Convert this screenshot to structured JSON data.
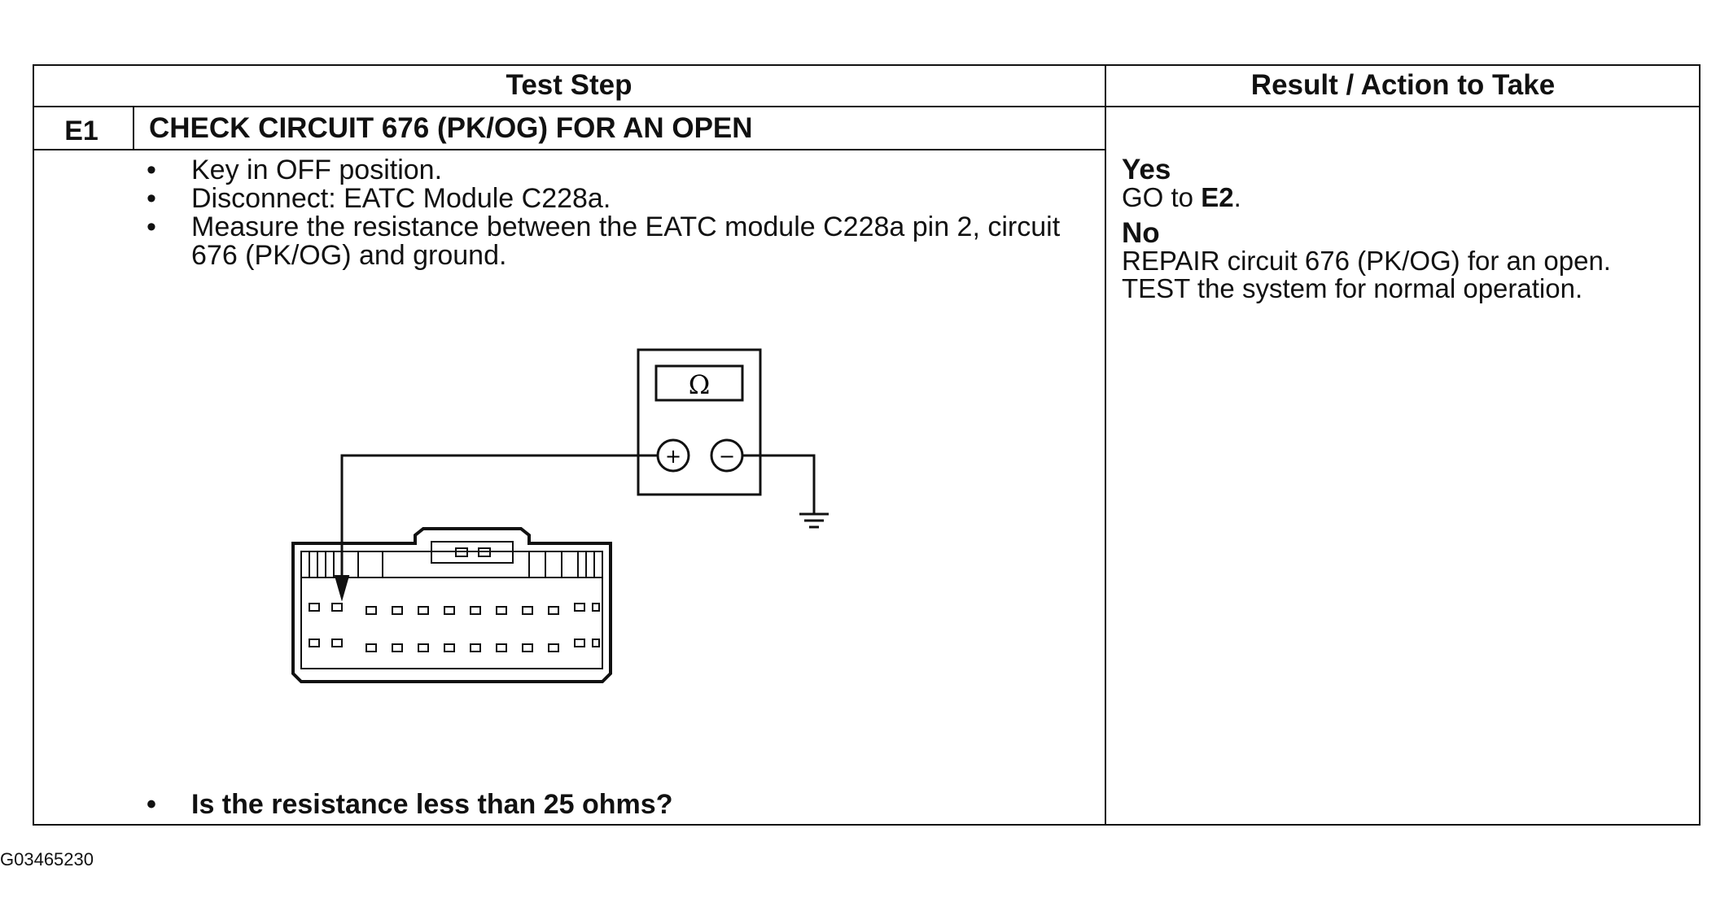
{
  "table": {
    "header_left": "Test Step",
    "header_right": "Result / Action to Take"
  },
  "step": {
    "id": "E1",
    "title": "CHECK CIRCUIT 676 (PK/OG) FOR AN OPEN",
    "bullets": [
      "Key in OFF position.",
      "Disconnect: EATC Module C228a.",
      "Measure the resistance between the EATC module C228a pin 2, circuit 676 (PK/OG) and ground."
    ],
    "question": "Is the resistance less than 25 ohms?"
  },
  "result": {
    "yes_label": "Yes",
    "yes_action_prefix": "GO to",
    "yes_action_target": "E2",
    "yes_action_suffix": ".",
    "no_label": "No",
    "no_action_line1": "REPAIR circuit 676 (PK/OG) for an open.",
    "no_action_line2": "TEST the system for normal operation."
  },
  "diagram": {
    "meter_symbol": "Ω",
    "plus_symbol": "+",
    "minus_symbol": "−",
    "icons": [
      "ohmmeter-icon",
      "ground-symbol-icon",
      "connector-c228a-icon"
    ]
  },
  "figure_id": "G03465230"
}
